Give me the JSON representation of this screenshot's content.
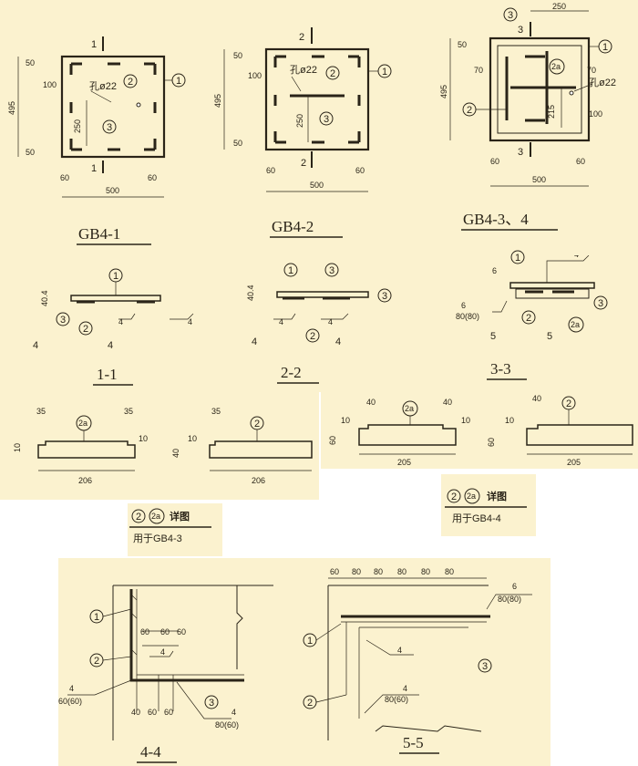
{
  "plans": {
    "gb1": {
      "title": "GB4-1",
      "section": "1",
      "hole": "孔ø22",
      "dim_width": "500",
      "dim_height": "495",
      "dim_edge": "60",
      "dim_top": "50",
      "dim_side": "100",
      "dim_inner": "250",
      "dim_low": "50",
      "mark_a": "2",
      "mark_b": "3",
      "mark_c": "1"
    },
    "gb2": {
      "title": "GB4-2",
      "section": "2",
      "hole": "孔ø22",
      "dim_width": "500",
      "dim_height": "495",
      "dim_edge": "60",
      "dim_top": "50",
      "dim_side": "100",
      "dim_inner": "250",
      "dim_low": "50",
      "mark_a": "2",
      "mark_b": "3",
      "mark_c": "1"
    },
    "gb3": {
      "title": "GB4-3、4",
      "section": "3",
      "hole": "孔ø22",
      "dim_width": "500",
      "dim_height": "495",
      "dim_edge": "60",
      "dim_top": "50",
      "dim_top_width": "250",
      "dim_70a": "70",
      "dim_70b": "70",
      "dim_215": "215",
      "dim_100": "100",
      "mark_a": "3",
      "mark_b": "2a",
      "mark_c": "1",
      "mark_d": "2"
    }
  },
  "sections": {
    "s11": {
      "title": "1-1",
      "dim": "40.4",
      "mark_top": "1",
      "mark_l": "3",
      "mark_m": "2",
      "weld_a": "4",
      "weld_b": "4",
      "label_l": "4",
      "label_r": "4"
    },
    "s22": {
      "title": "2-2",
      "dim": "40.4",
      "mark_top_l": "1",
      "mark_top_r": "3",
      "mark_r": "3",
      "mark_m": "2",
      "weld_a": "4",
      "weld_b": "4",
      "label_l": "4",
      "label_r": "4"
    },
    "s33": {
      "title": "3-3",
      "dim_a": "6",
      "dim_b": "80(80)",
      "weld_top": "4",
      "mark_top": "1",
      "mark_l": "2",
      "mark_m": "3",
      "mark_r": "2a",
      "label_l": "5",
      "label_r": "5",
      "small": "6"
    }
  },
  "details": {
    "d1": {
      "dim_l": "35",
      "dim_r": "35",
      "mark": "2a",
      "len": "206",
      "dim_10": "10",
      "dim_10b": "10"
    },
    "d2": {
      "dim_l": "35",
      "mark": "2",
      "len": "206",
      "dim_40": "40",
      "dim_10": "10"
    },
    "d3": {
      "dim_l": "40",
      "dim_r": "40",
      "mark": "2a",
      "len": "205",
      "dim_10": "10",
      "dim_60": "60",
      "dim_10b": "10"
    },
    "d4": {
      "dim_l": "40",
      "mark": "2",
      "len": "205",
      "dim_60": "60",
      "dim_10": "10"
    },
    "caption_a": {
      "m1": "2",
      "m2": "2a",
      "title": "详图",
      "sub": "用于GB4-3"
    },
    "caption_b": {
      "m1": "2",
      "m2": "2a",
      "title": "详图",
      "sub": "用于GB4-4"
    }
  },
  "bottom": {
    "s44": {
      "title": "4-4",
      "mark_1": "1",
      "mark_2": "2",
      "mark_3": "3",
      "dims_top": [
        "60",
        "60",
        "60"
      ],
      "weld_top": "4",
      "weld_l": "4",
      "weld_l_sub": "60(60)",
      "dims_bot": [
        "40",
        "60",
        "60"
      ],
      "weld_r": "4",
      "weld_r_sub": "80(60)"
    },
    "s55": {
      "title": "5-5",
      "dims_top": [
        "60",
        "80",
        "80",
        "80",
        "80",
        "80"
      ],
      "weld_top": "6",
      "weld_top_sub": "80(80)",
      "mark_1": "1",
      "mark_2": "2",
      "mark_3": "3",
      "weld_a": "4",
      "weld_b": "4",
      "weld_b_sub": "80(60)"
    }
  },
  "colors": {
    "paper": "#fbf2cf",
    "ink": "#2a2418",
    "bg": "#ffffff"
  }
}
